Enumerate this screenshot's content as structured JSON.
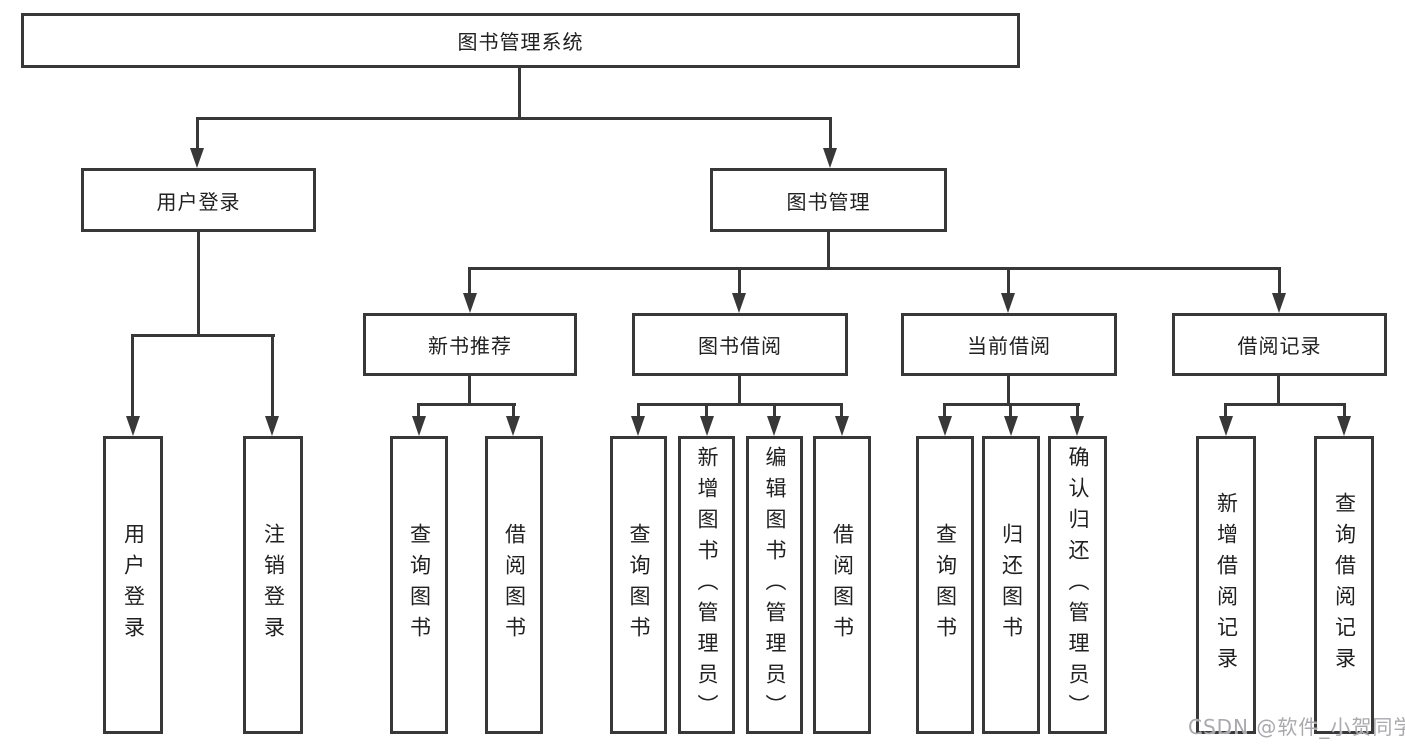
{
  "watermark": "CSDN @软件_小贺同学",
  "colors": {
    "line": "#383838",
    "box_border": "#383838",
    "text": "#212121",
    "watermark": "#a9a9ae",
    "background": "#ffffff"
  },
  "tree": {
    "root": "图书管理系统",
    "branches": [
      {
        "label": "用户登录",
        "children": [
          "用户登录",
          "注销登录"
        ]
      },
      {
        "label": "图书管理",
        "sections": [
          {
            "label": "新书推荐",
            "children": [
              "查询图书",
              "借阅图书"
            ]
          },
          {
            "label": "图书借阅",
            "children": [
              "查询图书",
              "新增图书（管理员）",
              "编辑图书（管理员）",
              "借阅图书"
            ]
          },
          {
            "label": "当前借阅",
            "children": [
              "查询图书",
              "归还图书",
              "确认归还（管理员）"
            ]
          },
          {
            "label": "借阅记录",
            "children": [
              "新增借阅记录",
              "查询借阅记录"
            ]
          }
        ]
      }
    ]
  }
}
